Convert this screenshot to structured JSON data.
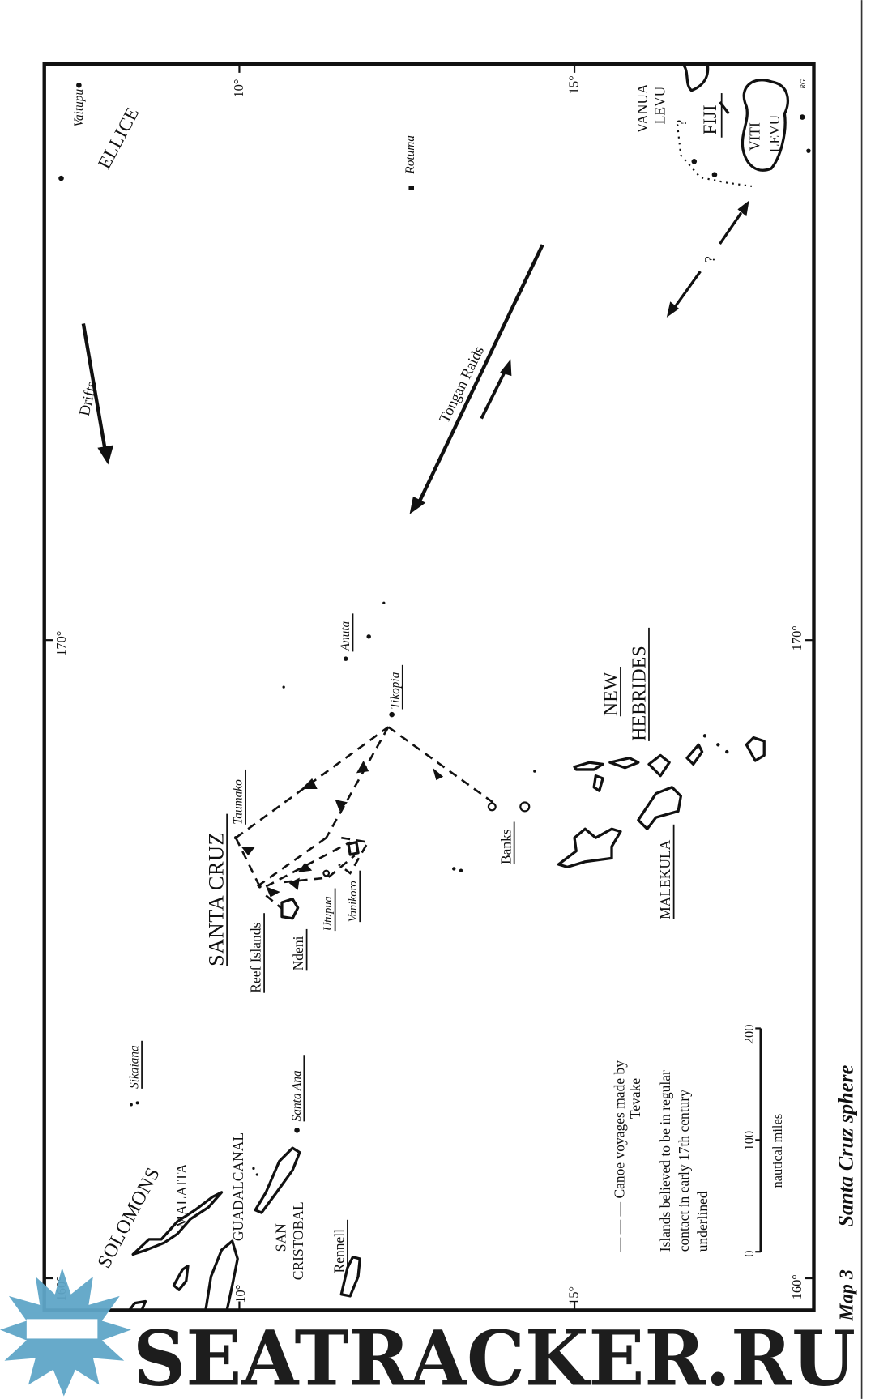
{
  "map": {
    "caption": {
      "number": "Map 3",
      "title": "Santa Cruz sphere"
    },
    "graticule": {
      "lat_10_top": "10°",
      "lat_15_top": "15°",
      "lon_170_left": "170°",
      "lon_170_right": "170°",
      "lat_10_bottom": "10°",
      "lat_15_bottom": "15°",
      "lon_160_left": "160°",
      "lon_160_right": "160°"
    },
    "regions": {
      "ellice": "ELLICE",
      "fiji": "FIJI",
      "vanua_1": "VANUA",
      "vanua_2": "LEVU",
      "viti_1": "VITI",
      "viti_2": "LEVU",
      "santa_cruz": "SANTA CRUZ",
      "new_hebrides_1": "NEW",
      "new_hebrides_2": "HEBRIDES",
      "malekula": "MALEKULA",
      "solomons": "SOLOMONS",
      "malaita": "MALAITA",
      "guadalcanal": "GUADALCANAL",
      "san_cristobal_1": "SAN",
      "san_cristobal_2": "CRISTOBAL"
    },
    "islands": {
      "vaitupu": "Vaitupu",
      "rotuma": "Rotuma",
      "anuta": "Anuta",
      "tikopia": "Tikopia",
      "taumako": "Taumako",
      "reef_islands": "Reef Islands",
      "ndeni": "Ndeni",
      "utupua": "Utupua",
      "vanikoro": "Vanikoro",
      "banks": "Banks",
      "sikaiana": "Sikaiana",
      "santa_ana": "Santa Ana",
      "rennell": "Rennell"
    },
    "annotations": {
      "drifts": "Drifts",
      "tongan_raids": "Tongan Raids",
      "question_1": "?",
      "question_2": "?",
      "initials": "RG"
    },
    "legend": {
      "voyages_symbol": "— — —",
      "voyages_line1": "Canoe voyages made by",
      "voyages_line2": "Tevake",
      "underline_line1": "Islands believed to be in regular",
      "underline_line2": "contact in early 17th century",
      "underline_line3": "underlined"
    },
    "scale": {
      "ticks": [
        "0",
        "100",
        "200"
      ],
      "unit": "nautical miles"
    },
    "watermark": {
      "text": "SEATRACKER.RU",
      "color": "#5fa6c8"
    }
  }
}
